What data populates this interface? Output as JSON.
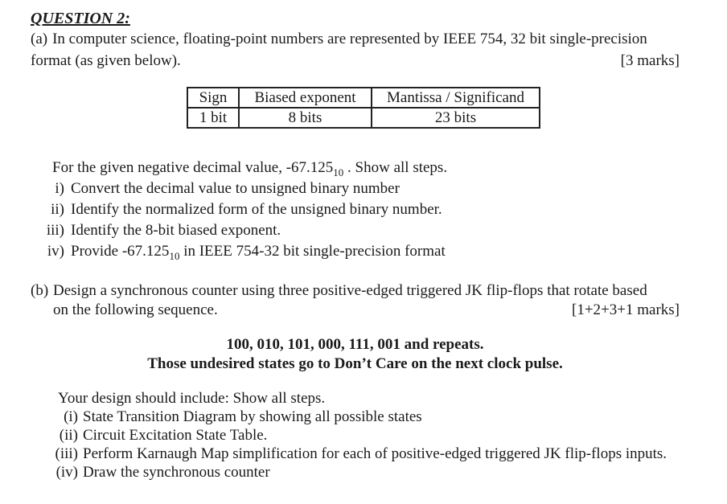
{
  "document": {
    "title": "QUESTION 2:",
    "colors": {
      "background": "#ffffff",
      "text": "#1a1a1a"
    },
    "part_a": {
      "label": "(a)",
      "line1": "In computer science, floating-point numbers are represented by IEEE 754, 32 bit single-precision",
      "line2": "format (as given below).",
      "marks": "[3 marks]",
      "table": {
        "headers": [
          "Sign",
          "Biased exponent",
          "Mantissa / Significand"
        ],
        "row": [
          "1 bit",
          "8 bits",
          "23 bits"
        ]
      },
      "intro": {
        "pre": "For the given negative decimal value, -67.125",
        "sub": "10",
        "post": " . Show all steps."
      },
      "items": [
        {
          "num": "i)",
          "text": "Convert the decimal value to unsigned binary number"
        },
        {
          "num": "ii)",
          "text": "Identify the normalized form of the unsigned binary number."
        },
        {
          "num": "iii)",
          "text": "Identify the 8-bit biased exponent."
        },
        {
          "num": "iv)",
          "pre": "Provide -67.125",
          "sub": "10",
          "post": " in IEEE 754-32 bit single-precision format"
        }
      ]
    },
    "part_b": {
      "label": "(b)",
      "line1": "Design a synchronous counter using three positive-edged triggered JK flip-flops that rotate based",
      "line2": "on the following sequence.",
      "marks": "[1+2+3+1 marks]",
      "sequence_line1": "100, 010, 101, 000, 111, 001 and repeats.",
      "sequence_line2": "Those undesired states go to Don’t Care on the next clock pulse.",
      "design_intro": "Your design should include: Show all steps.",
      "design_items": [
        {
          "num": "(i)",
          "text": "State Transition Diagram by showing all possible states"
        },
        {
          "num": "(ii)",
          "text": "Circuit Excitation State Table."
        },
        {
          "num": "(iii)",
          "text": "Perform Karnaugh Map simplification for each of positive-edged triggered JK flip-flops inputs."
        },
        {
          "num": "(iv)",
          "text": "Draw the synchronous counter"
        }
      ]
    }
  }
}
